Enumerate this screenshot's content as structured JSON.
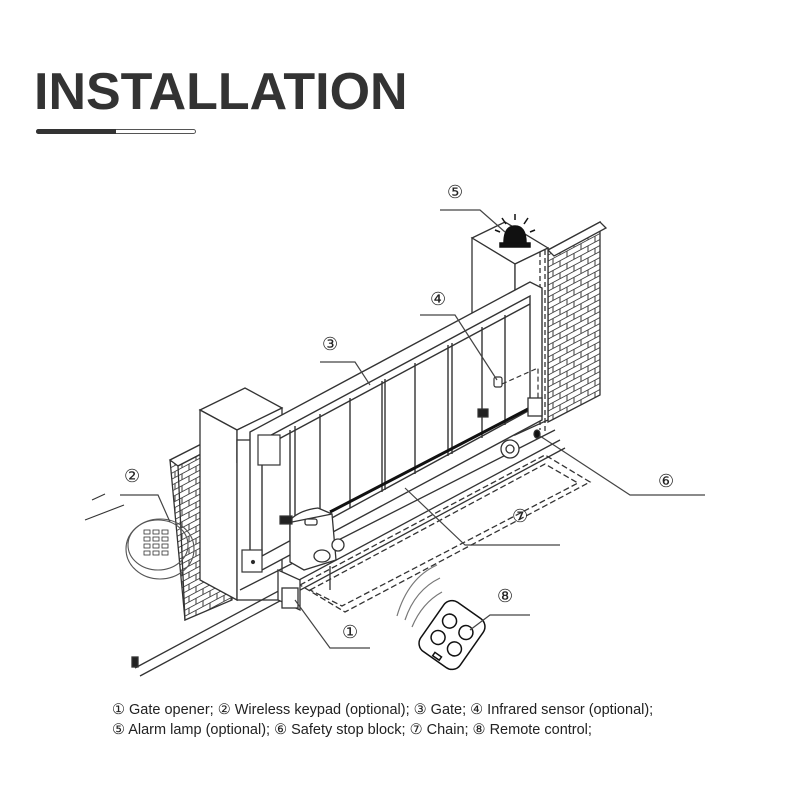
{
  "header": {
    "title": "INSTALLATION",
    "underline_progress_percent": 50,
    "colors": {
      "title": "#333333",
      "bar_fill": "#333333",
      "bar_track": "#ffffff"
    }
  },
  "diagram": {
    "callouts": [
      {
        "num": "①",
        "label": "Gate opener"
      },
      {
        "num": "②",
        "label": "Wireless keypad (optional)"
      },
      {
        "num": "③",
        "label": "Gate"
      },
      {
        "num": "④",
        "label": "Infrared sensor (optional)"
      },
      {
        "num": "⑤",
        "label": "Alarm lamp (optional)"
      },
      {
        "num": "⑥",
        "label": "Safety stop block"
      },
      {
        "num": "⑦",
        "label": "Chain"
      },
      {
        "num": "⑧",
        "label": "Remote control"
      }
    ]
  },
  "legend": {
    "line1": "① Gate opener; ② Wireless keypad (optional); ③ Gate; ④ Infrared sensor (optional);",
    "line2": "⑤ Alarm lamp (optional); ⑥ Safety stop block; ⑦ Chain; ⑧ Remote control;"
  }
}
